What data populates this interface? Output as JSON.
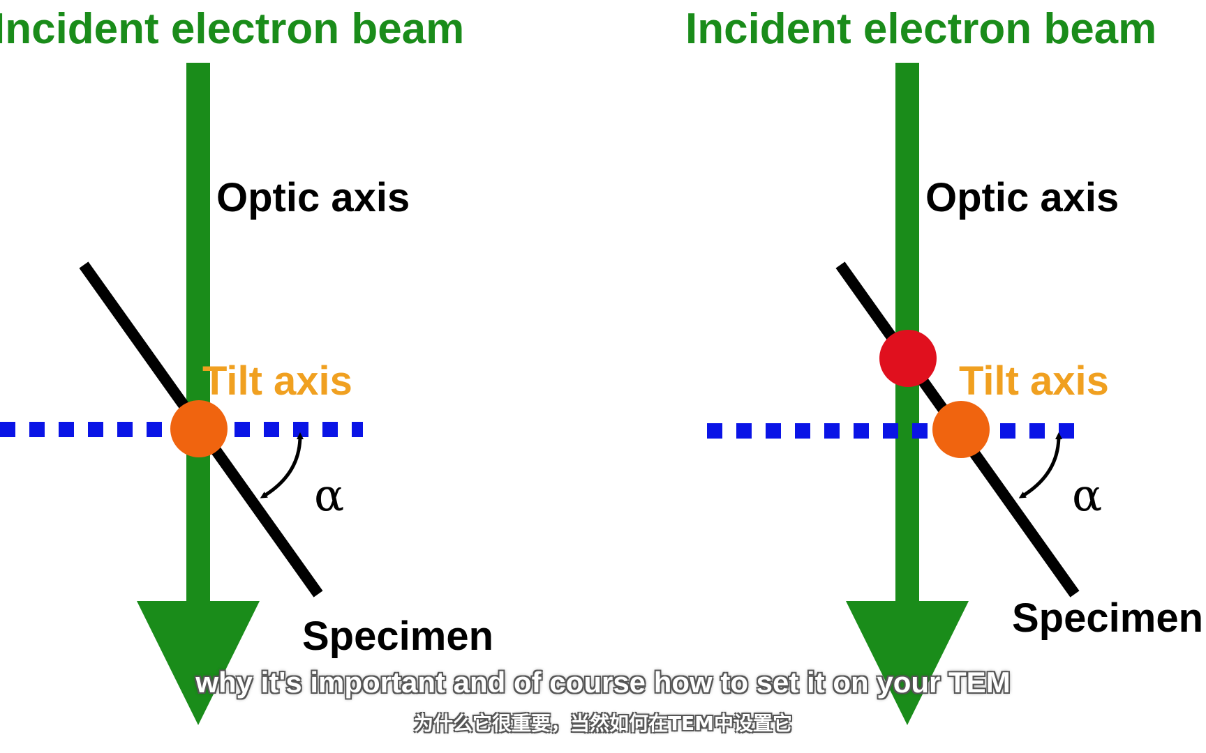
{
  "colors": {
    "beam": "#1a8c1a",
    "tilt_axis_line": "#0a14e6",
    "tilt_axis_point": "#f0640f",
    "tilt_axis_label": "#f0a020",
    "optic_point": "#e0101e",
    "specimen": "#000000"
  },
  "left_panel": {
    "beam_label": "Incident electron beam",
    "optic_axis_label": "Optic axis",
    "tilt_axis_label": "Tilt axis",
    "angle_label": "α",
    "specimen_label": "Specimen"
  },
  "right_panel": {
    "beam_label": "Incident electron beam",
    "optic_axis_label": "Optic axis",
    "tilt_axis_label": "Tilt axis",
    "angle_label": "α",
    "specimen_label": "Specimen"
  },
  "subtitles": {
    "english": "why it's important and of course how to set it on your TEM",
    "chinese": "为什么它很重要，当然如何在TEM中设置它"
  }
}
